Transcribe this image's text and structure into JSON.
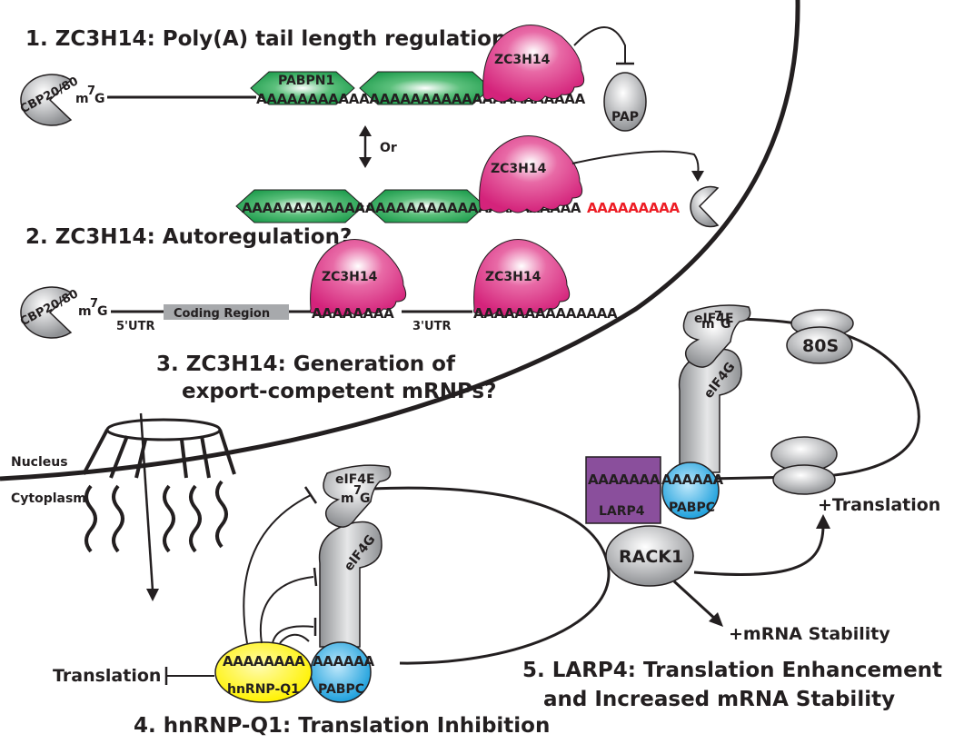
{
  "colors": {
    "pabpn1_green": "#1a9a4a",
    "zc3h14_magenta": "#d4237b",
    "pabpc_blue": "#1ea0dc",
    "hnrnp_yellow": "#fff200",
    "larp4_purple": "#8a4f9c",
    "protein_gray": "#a7a9ac",
    "new_tail_red": "#ed1c24"
  },
  "headings": {
    "h1": "1. ZC3H14: Poly(A) tail length regulation",
    "h2": "2. ZC3H14: Autoregulation?",
    "h3_line1": "3. ZC3H14: Generation of",
    "h3_line2": "export-competent mRNPs?",
    "h4": "4. hnRNP-Q1: Translation Inhibition",
    "h5_line1": "5. LARP4: Translation Enhancement",
    "h5_line2": "and Increased mRNA Stability"
  },
  "panel1": {
    "cbp": "CBP20/80",
    "cap_m": "m",
    "cap_sup": "7",
    "cap_g": "G",
    "pabpn1": "PABPN1",
    "polya_top": "AAAAAAAAAAAAAAAAAAAAAAAAAAAAAAAA",
    "zc3h14": "ZC3H14",
    "pap": "PAP",
    "or": "Or",
    "polya_bottom_black": "AAAAAAAAAAAAAAAAAAAAAAAAAAAAAAAAA",
    "polya_bottom_red": "AAAAAAAAA"
  },
  "panel2": {
    "cbp": "CBP20/80",
    "cap_m": "m",
    "cap_sup": "7",
    "cap_g": "G",
    "utr5": "5'UTR",
    "coding": "Coding Region",
    "aseq1": "AAAAAAAA",
    "utr3": "3'UTR",
    "aseq2": "AAAAAAAAAAAAAA",
    "zc3h14": "ZC3H14"
  },
  "compartments": {
    "nucleus": "Nucleus",
    "cytoplasm": "Cytoplasm"
  },
  "panel4": {
    "eif4e": "eIF4E",
    "cap_m": "m",
    "cap_sup": "7",
    "cap_g": "G",
    "eif4g": "eIF4G",
    "aseq_yellow": "AAAAAAAA",
    "aseq_blue": "AAAAAA",
    "hnrnp": "hnRNP-Q1",
    "pabpc": "PABPC",
    "translation": "Translation"
  },
  "panel5": {
    "eif4e": "eIF4E",
    "cap_m": "m",
    "cap_sup": "7",
    "cap_g": "G",
    "ribosome": "80S",
    "eif4g": "eIF4G",
    "aseq_purple": "AAAAAAA",
    "aseq_blue": "AAAAAA",
    "larp4": "LARP4",
    "pabpc": "PABPC",
    "rack1": "RACK1",
    "translation": "+Translation",
    "stability": "+mRNA Stability"
  }
}
